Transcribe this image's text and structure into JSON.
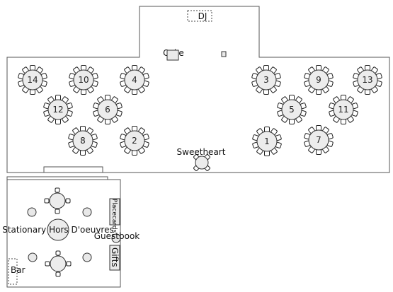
{
  "labels": {
    "dj": "DJ",
    "cake": "Cake",
    "sweetheart": "Sweetheart",
    "stationary": "Stationary Hors D'oeuvres",
    "guestbook": "Guestbook",
    "gifts": "Gifts",
    "placecards": "Placecards",
    "bar": "Bar"
  },
  "tables": [
    "1",
    "2",
    "3",
    "4",
    "5",
    "6",
    "7",
    "8",
    "9",
    "10",
    "11",
    "12",
    "13",
    "14"
  ]
}
